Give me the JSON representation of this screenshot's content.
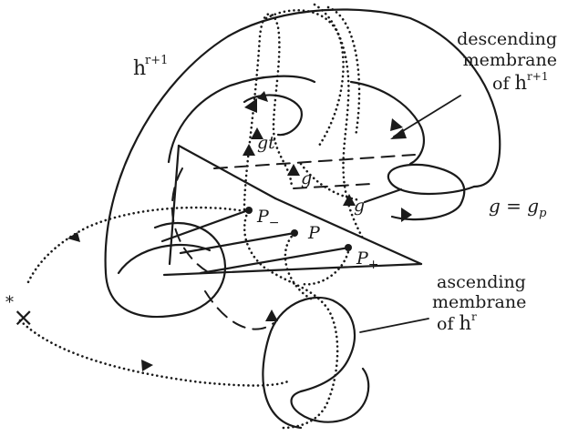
{
  "labels": {
    "handle_top": "h",
    "handle_top_sup": "r+1",
    "descending_line1": "descending",
    "descending_line2": "membrane",
    "descending_line3_of": "of ",
    "descending_line3_h": "h",
    "descending_line3_sup": "r+1",
    "ascending_line1": "ascending",
    "ascending_line2": "membrane",
    "ascending_line3_of": "of ",
    "ascending_line3_h": "h",
    "ascending_line3_sup": "r",
    "gt": "gt",
    "g_center": "g",
    "g_right": "g",
    "g_eq": "g = g",
    "g_eq_sub": "p",
    "p_minus": "P",
    "p_minus_sub": "−",
    "p": "P",
    "p_plus": "P",
    "p_plus_sub": "+",
    "base_star": "*",
    "base_x": "×"
  },
  "colors": {
    "ink": "#1a1a1a",
    "background": "#ffffff"
  }
}
